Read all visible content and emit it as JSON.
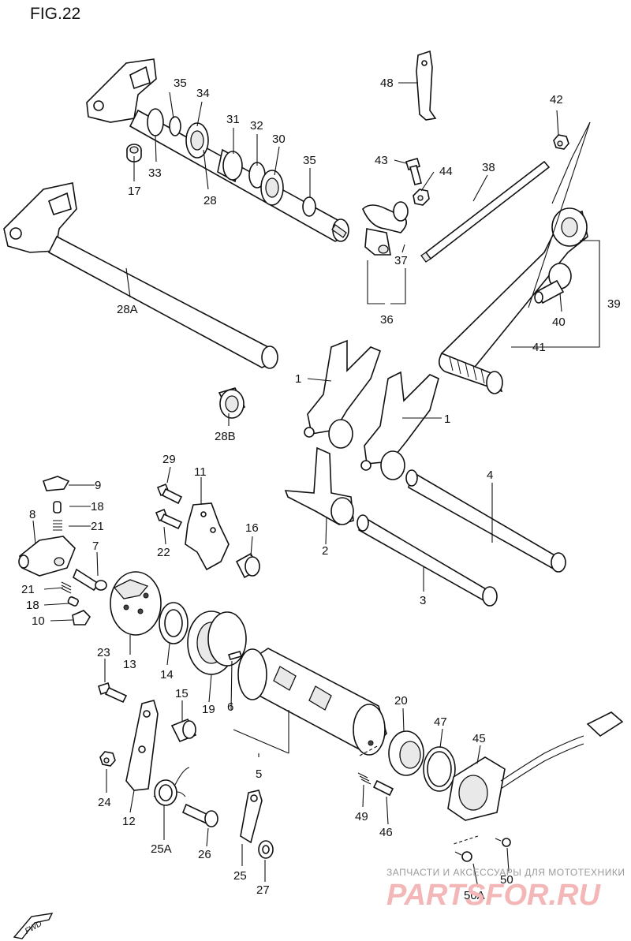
{
  "figure_title": "FIG.22",
  "fwd_label": "FWD",
  "watermark": {
    "line1": "ЗАПЧАСТИ И АКСЕССУАРЫ ДЛЯ МОТОТЕХНИКИ",
    "line2": "PARTSFOR.RU",
    "color": "#f3b7b7"
  },
  "labels": {
    "p1a": "1",
    "p1b": "1",
    "p2": "2",
    "p3": "3",
    "p4": "4",
    "p5": "5",
    "p6": "6",
    "p7": "7",
    "p8": "8",
    "p9": "9",
    "p10": "10",
    "p11": "11",
    "p12": "12",
    "p13": "13",
    "p14": "14",
    "p15": "15",
    "p16": "16",
    "p17": "17",
    "p18a": "18",
    "p18b": "18",
    "p19": "19",
    "p20": "20",
    "p21a": "21",
    "p21b": "21",
    "p22": "22",
    "p23": "23",
    "p24": "24",
    "p25": "25",
    "p25a": "25A",
    "p26": "26",
    "p27": "27",
    "p28": "28",
    "p28a": "28A",
    "p28b": "28B",
    "p29": "29",
    "p30": "30",
    "p31": "31",
    "p32": "32",
    "p33": "33",
    "p34": "34",
    "p35a": "35",
    "p35b": "35",
    "p36": "36",
    "p37": "37",
    "p38": "38",
    "p39": "39",
    "p40": "40",
    "p41": "41",
    "p42": "42",
    "p43": "43",
    "p44": "44",
    "p45": "45",
    "p46": "46",
    "p47": "47",
    "p48": "48",
    "p49": "49",
    "p50": "50",
    "p50a": "50A"
  }
}
